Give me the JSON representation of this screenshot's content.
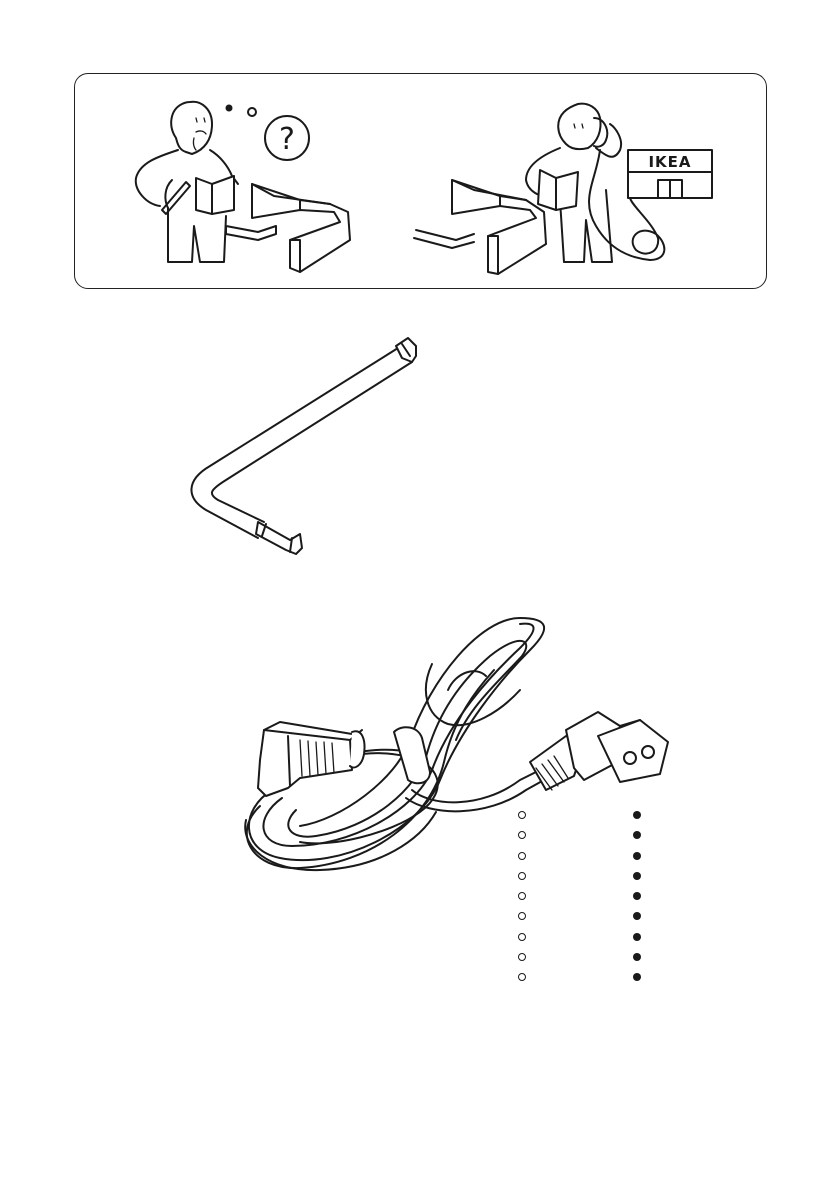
{
  "help_panel": {
    "thought_symbol": "?",
    "store_sign": "IKEA"
  },
  "tools": {
    "allen_key": "allen-key-icon",
    "power_cable": "power-cable-icon"
  },
  "dot_rows": {
    "hollow_count": 9,
    "filled_count": 9
  }
}
